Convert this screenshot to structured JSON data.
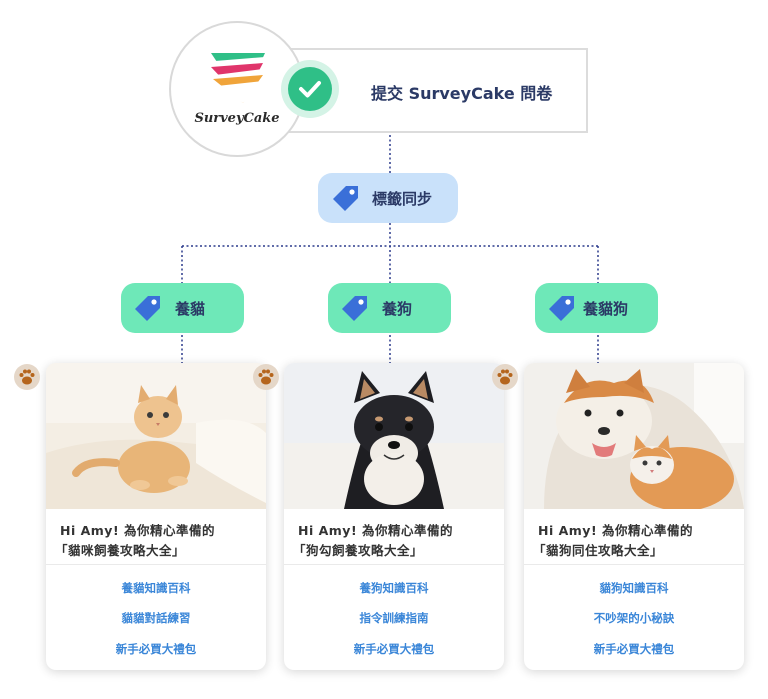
{
  "logo": {
    "brand_text": "SurveyCake"
  },
  "submit": {
    "title": "提交 SurveyCake 問卷"
  },
  "sync": {
    "label": "標籤同步"
  },
  "tags": [
    {
      "label": "養貓"
    },
    {
      "label": "養狗"
    },
    {
      "label": "養貓狗"
    }
  ],
  "cards": [
    {
      "greeting": "Hi Amy! 為你精心準備的",
      "subtitle": "「貓咪飼養攻略大全」",
      "links": [
        "養貓知識百科",
        "貓貓對話練習",
        "新手必買大禮包"
      ]
    },
    {
      "greeting": "Hi Amy! 為你精心準備的",
      "subtitle": "「狗勾飼養攻略大全」",
      "links": [
        "養狗知識百科",
        "指令訓練指南",
        "新手必買大禮包"
      ]
    },
    {
      "greeting": "Hi Amy! 為你精心準備的",
      "subtitle": "「貓狗同住攻略大全」",
      "links": [
        "貓狗知識百科",
        "不吵架的小秘訣",
        "新手必買大禮包"
      ]
    }
  ],
  "colors": {
    "check_green": "#2fbf87",
    "tag_green": "#6ee8b8",
    "sync_blue": "#c9e1fa",
    "link_blue": "#3a86d8",
    "connector": "#2b3a8c",
    "paw_bg": "#e5d7c8",
    "paw": "#b5651d"
  },
  "icons": {
    "check": "check-icon",
    "tag": "tag-icon",
    "paw": "paw-icon"
  }
}
